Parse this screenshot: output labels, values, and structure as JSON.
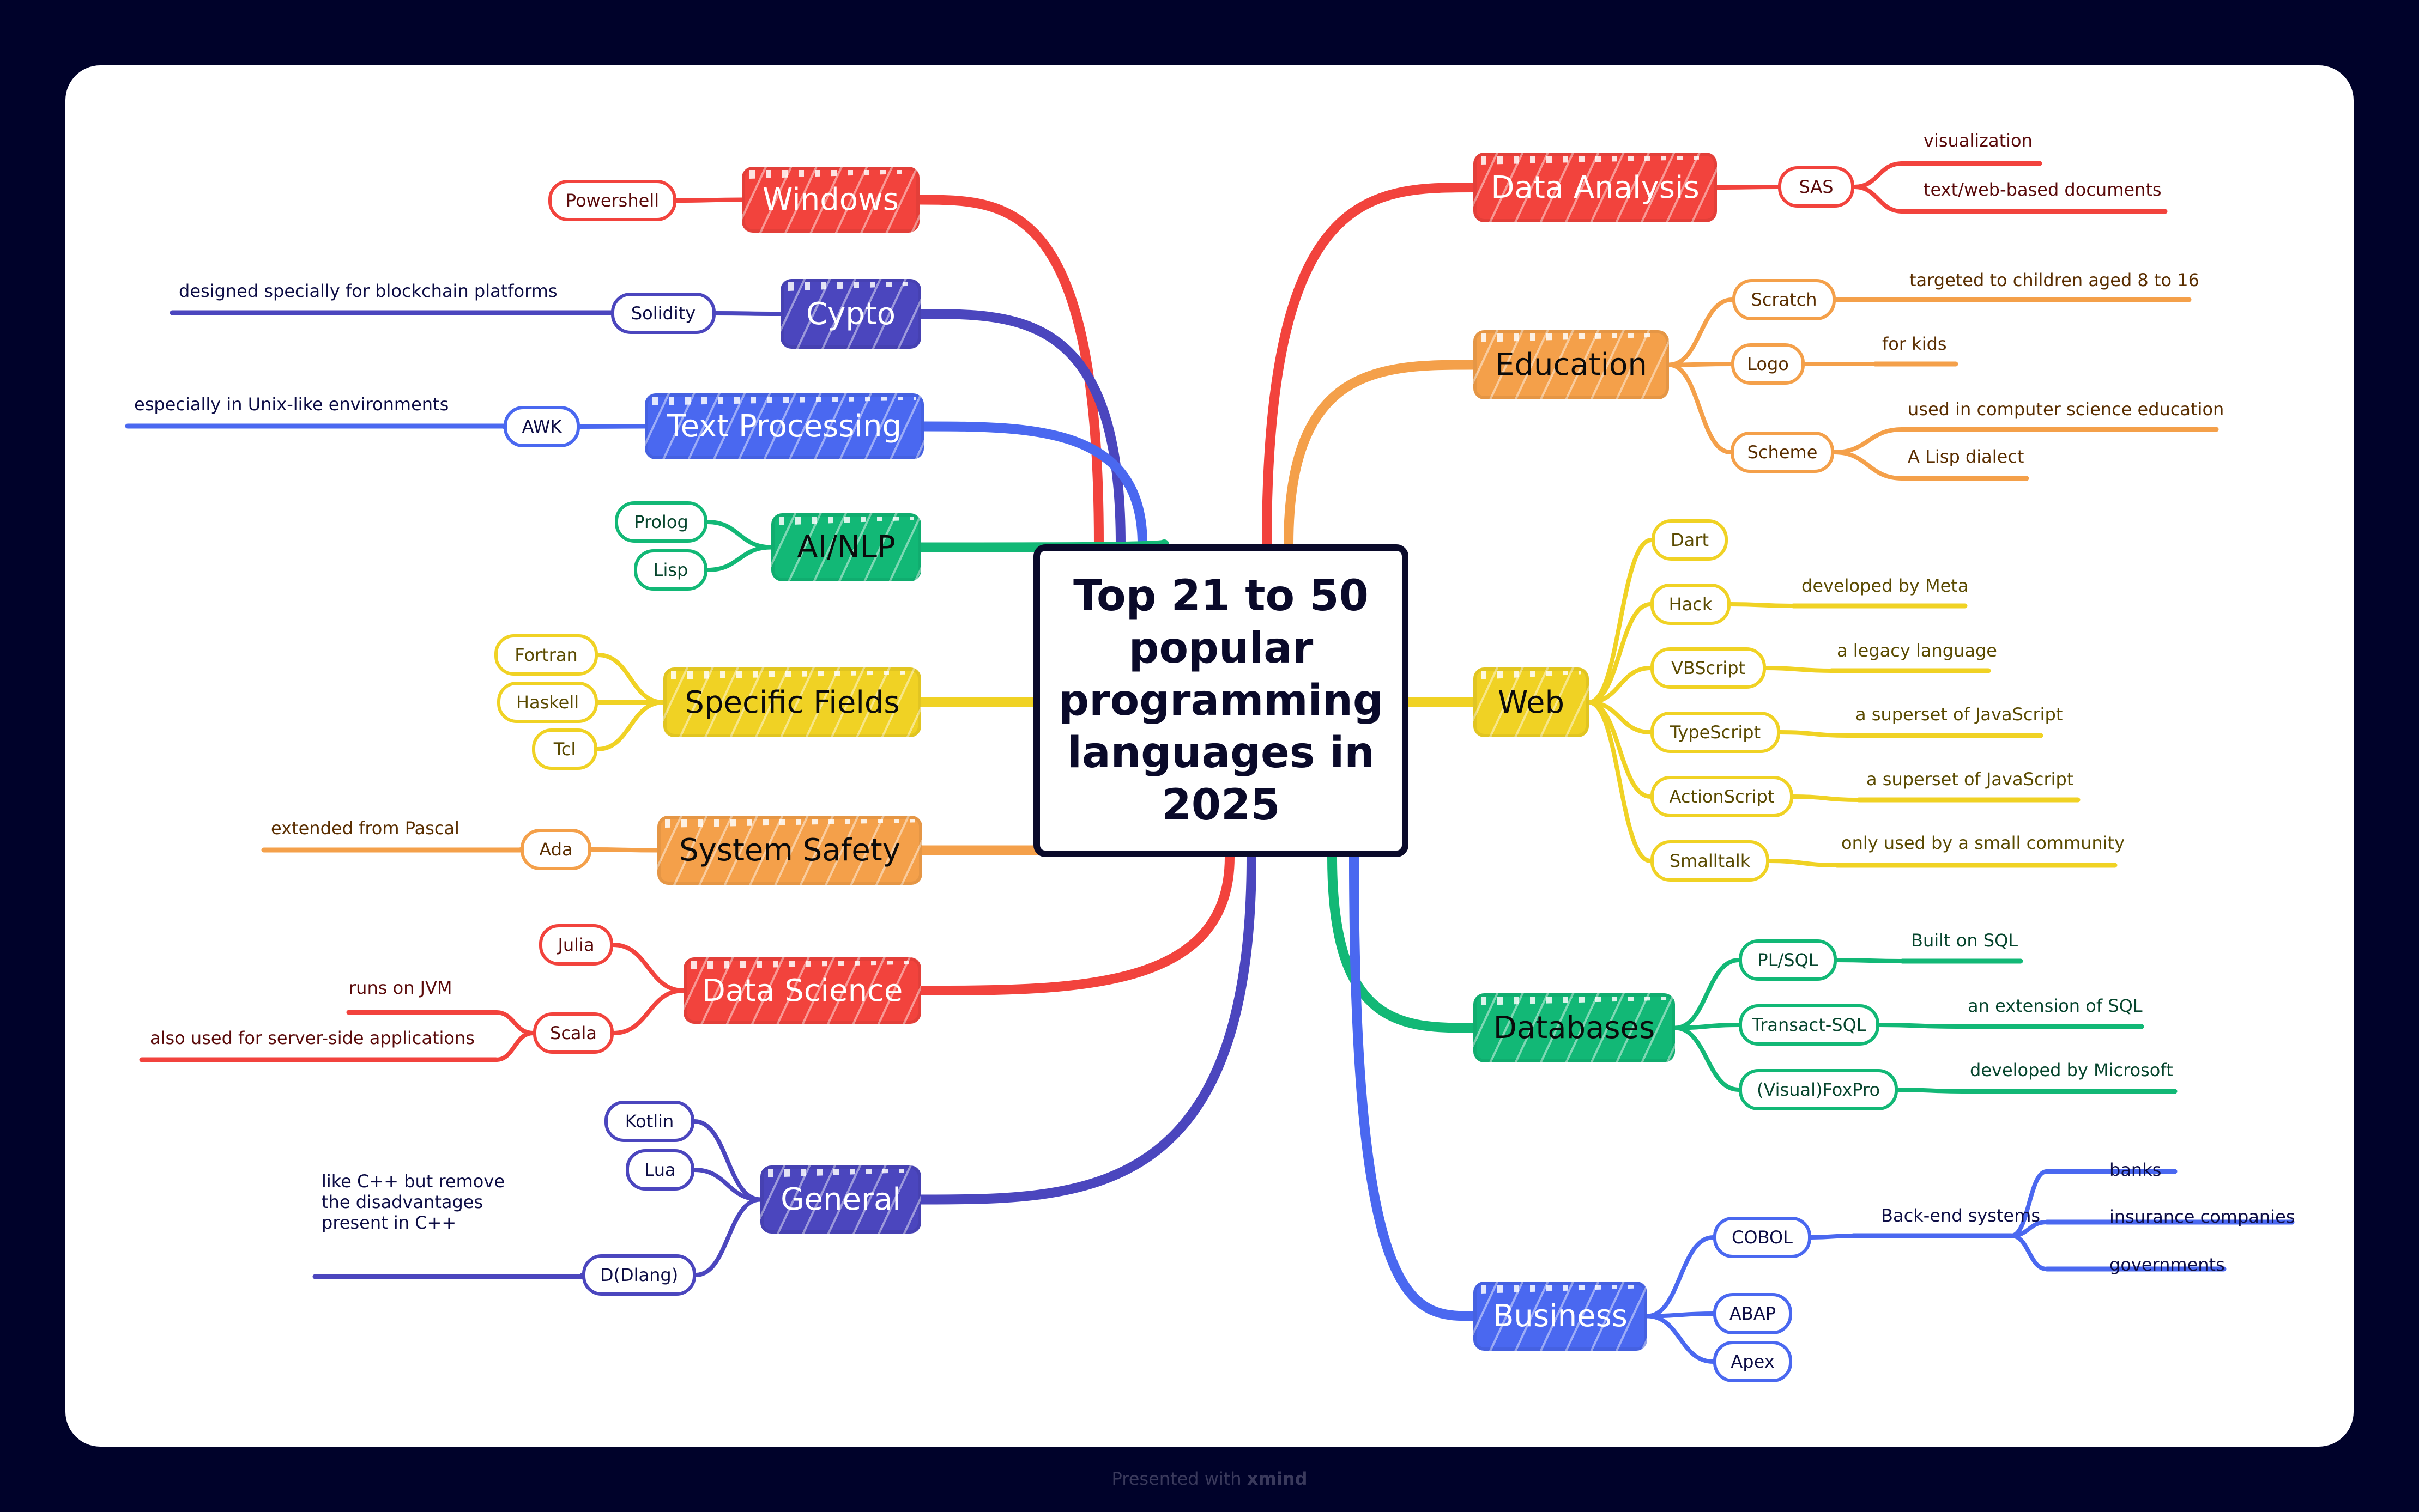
{
  "central": {
    "title": "Top 21 to 50 popular programming languages in 2025"
  },
  "colors": {
    "background": "#00022a",
    "red": "#f2433d",
    "indigo": "#4b46be",
    "blue": "#4a68f0",
    "green": "#12b876",
    "yellow": "#f0d224",
    "orange": "#f4a04a",
    "text_red": "#5a0a0a",
    "text_indigo": "#0d0d45",
    "text_green": "#06452d",
    "text_yellow": "#5a4a00",
    "text_orange": "#5a2e00"
  },
  "left_branches": [
    {
      "label": "Windows",
      "color": "red",
      "children": [
        {
          "label": "Powershell",
          "notes": []
        }
      ]
    },
    {
      "label": "Cypto",
      "color": "indigo",
      "children": [
        {
          "label": "Solidity",
          "notes": [
            "designed specially for blockchain platforms"
          ]
        }
      ]
    },
    {
      "label": "Text Processing",
      "color": "blue",
      "children": [
        {
          "label": "AWK",
          "notes": [
            "especially in Unix-like environments"
          ]
        }
      ]
    },
    {
      "label": "AI/NLP",
      "color": "green",
      "children": [
        {
          "label": "Prolog",
          "notes": []
        },
        {
          "label": "Lisp",
          "notes": []
        }
      ]
    },
    {
      "label": "Specific Fields",
      "color": "yellow",
      "children": [
        {
          "label": "Fortran",
          "notes": []
        },
        {
          "label": "Haskell",
          "notes": []
        },
        {
          "label": "Tcl",
          "notes": []
        }
      ]
    },
    {
      "label": "System Safety",
      "color": "orange",
      "children": [
        {
          "label": "Ada",
          "notes": [
            "extended from Pascal"
          ]
        }
      ]
    },
    {
      "label": "Data Science",
      "color": "red",
      "children": [
        {
          "label": "Julia",
          "notes": []
        },
        {
          "label": "Scala",
          "notes": [
            "runs on JVM",
            "also used for server-side applications"
          ]
        }
      ]
    },
    {
      "label": "General",
      "color": "indigo",
      "children": [
        {
          "label": "Kotlin",
          "notes": []
        },
        {
          "label": "Lua",
          "notes": []
        },
        {
          "label": "D(Dlang)",
          "notes": [
            "like C++ but remove the disadvantages present in C++"
          ]
        }
      ]
    }
  ],
  "right_branches": [
    {
      "label": "Data Analysis",
      "color": "red",
      "children": [
        {
          "label": "SAS",
          "notes": [
            "visualization",
            "text/web-based documents"
          ]
        }
      ]
    },
    {
      "label": "Education",
      "color": "orange",
      "children": [
        {
          "label": "Scratch",
          "notes": [
            "targeted to children aged 8 to 16"
          ]
        },
        {
          "label": "Logo",
          "notes": [
            "for kids"
          ]
        },
        {
          "label": "Scheme",
          "notes": [
            "used in computer science education",
            "A Lisp dialect"
          ]
        }
      ]
    },
    {
      "label": "Web",
      "color": "yellow",
      "children": [
        {
          "label": "Dart",
          "notes": []
        },
        {
          "label": "Hack",
          "notes": [
            "developed by Meta"
          ]
        },
        {
          "label": "VBScript",
          "notes": [
            "a legacy language"
          ]
        },
        {
          "label": "TypeScript",
          "notes": [
            "a superset of JavaScript"
          ]
        },
        {
          "label": "ActionScript",
          "notes": [
            "a superset of JavaScript"
          ]
        },
        {
          "label": "Smalltalk",
          "notes": [
            "only used by a small community"
          ]
        }
      ]
    },
    {
      "label": "Databases",
      "color": "green",
      "children": [
        {
          "label": "PL/SQL",
          "notes": [
            "Built on SQL"
          ]
        },
        {
          "label": "Transact-SQL",
          "notes": [
            "an extension of SQL"
          ]
        },
        {
          "label": "(Visual)FoxPro",
          "notes": [
            "developed by Microsoft"
          ]
        }
      ]
    },
    {
      "label": "Business",
      "color": "blue",
      "children": [
        {
          "label": "COBOL",
          "notes": [
            "Back-end systems"
          ],
          "sub_notes": [
            "banks",
            "insurance companies",
            "governments"
          ]
        },
        {
          "label": "ABAP",
          "notes": []
        },
        {
          "label": "Apex",
          "notes": []
        }
      ]
    }
  ],
  "footer": {
    "prefix": "Presented with",
    "brand": "xmind"
  }
}
